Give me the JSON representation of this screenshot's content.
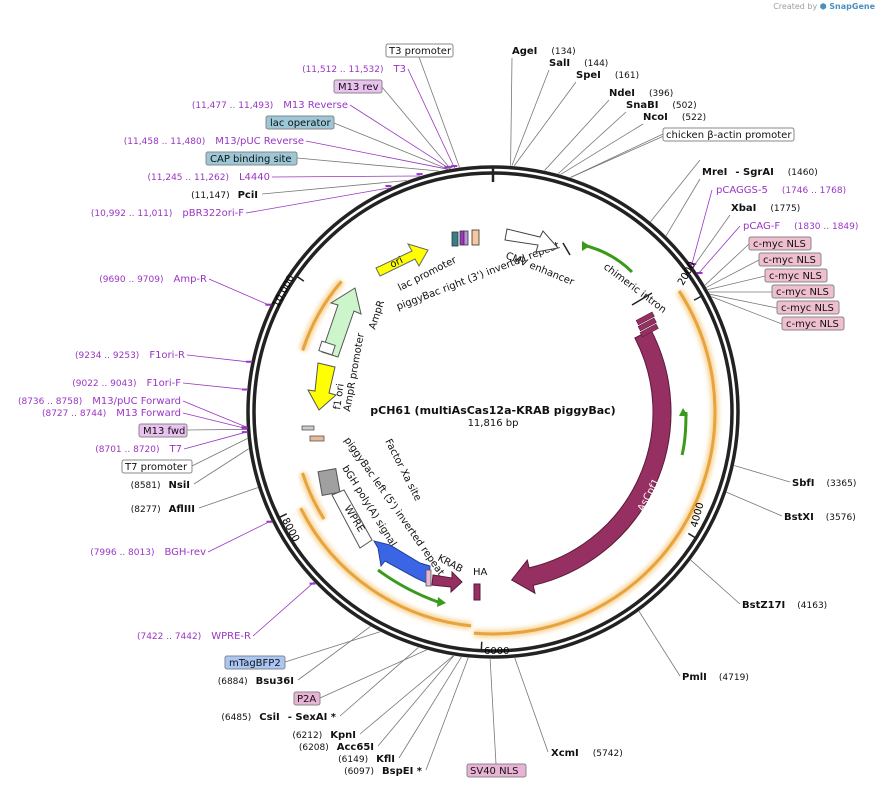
{
  "credit": {
    "created_by": "Created by",
    "brand": "SnapGene"
  },
  "plasmid": {
    "name": "pCH61 (multiAsCas12a-KRAB piggyBac)",
    "size_label": "11,816 bp",
    "length": 11816
  },
  "ticks": [
    {
      "bp": 2000,
      "label": "2000"
    },
    {
      "bp": 4000,
      "label": "4000"
    },
    {
      "bp": 6000,
      "label": "6000"
    },
    {
      "bp": 8000,
      "label": "8000"
    },
    {
      "bp": 10000,
      "label": "10,000"
    }
  ],
  "colors": {
    "asCpf1": "#963062",
    "ampR": "#ccf5cc",
    "ori": "#ffff00",
    "f1ori": "#ffff00",
    "krab": "#963062",
    "mtagbfp2": "#3a66e6",
    "wpre": "#ffffff",
    "bghpa": "#a0a0a0",
    "orange_arc": "#e8a33d",
    "green_arc": "#6cbf3a",
    "primer": "#9a35c4",
    "box_orf": "#f0bfcf",
    "box_protein_bind": "#9cc7d6",
    "box_primer": "#e9c2f0",
    "box_blue": "#a9c6f5"
  },
  "enzymes_right": [
    {
      "name": "AgeI",
      "pos": "(134)",
      "bp": 134
    },
    {
      "name": "SalI",
      "pos": "(144)",
      "bp": 144
    },
    {
      "name": "SpeI",
      "pos": "(161)",
      "bp": 161
    },
    {
      "name": "NdeI",
      "pos": "(396)",
      "bp": 396
    },
    {
      "name": "SnaBI",
      "pos": "(502)",
      "bp": 502
    },
    {
      "name": "NcoI",
      "pos": "(522)",
      "bp": 522
    },
    {
      "name": "MreI",
      "name2": "SgrAI",
      "pos": "(1460)",
      "bp": 1460
    },
    {
      "name": "XbaI",
      "pos": "(1775)",
      "bp": 1775
    },
    {
      "name": "SbfI",
      "pos": "(3365)",
      "bp": 3365
    },
    {
      "name": "BstXI",
      "pos": "(3576)",
      "bp": 3576
    },
    {
      "name": "BstZ17I",
      "pos": "(4163)",
      "bp": 4163
    },
    {
      "name": "PmlI",
      "pos": "(4719)",
      "bp": 4719
    },
    {
      "name": "XcmI",
      "pos": "(5742)",
      "bp": 5742
    }
  ],
  "enzymes_left": [
    {
      "name": "PciI",
      "pos": "(11,147)",
      "bp": 11147
    },
    {
      "name": "NsiI",
      "pos": "(8581)",
      "bp": 8581
    },
    {
      "name": "AflIII",
      "pos": "(8277)",
      "bp": 8277
    },
    {
      "name": "Bsu36I",
      "pos": "(6884)",
      "bp": 6884
    },
    {
      "name": "CsiI",
      "name2": "SexAI *",
      "pos": "(6485)",
      "bp": 6485
    },
    {
      "name": "KpnI",
      "pos": "(6212)",
      "bp": 6212
    },
    {
      "name": "Acc65I",
      "pos": "(6208)",
      "bp": 6208
    },
    {
      "name": "KflI",
      "pos": "(6149)",
      "bp": 6149
    },
    {
      "name": "BspEI *",
      "pos": "(6097)",
      "bp": 6097
    }
  ],
  "primers_left": [
    {
      "range": "(11,512 .. 11,532)",
      "name": "T3",
      "bp": 11522
    },
    {
      "range": "(11,477 .. 11,493)",
      "name": "M13 Reverse",
      "bp": 11485
    },
    {
      "range": "(11,458 .. 11,480)",
      "name": "M13/pUC Reverse",
      "bp": 11469
    },
    {
      "range": "(11,245 .. 11,262)",
      "name": "L4440",
      "bp": 11253
    },
    {
      "range": "(10,992 .. 11,011)",
      "name": "pBR322ori-F",
      "bp": 11001
    },
    {
      "range": "(9690 .. 9709)",
      "name": "Amp-R",
      "bp": 9700
    },
    {
      "range": "(9234 .. 9253)",
      "name": "F1ori-R",
      "bp": 9244
    },
    {
      "range": "(9022 .. 9043)",
      "name": "F1ori-F",
      "bp": 9032
    },
    {
      "range": "(8736 .. 8758)",
      "name": "M13/pUC Forward",
      "bp": 8747
    },
    {
      "range": "(8727 .. 8744)",
      "name": "M13 Forward",
      "bp": 8735
    },
    {
      "range": "(8701 .. 8720)",
      "name": "T7",
      "bp": 8710
    },
    {
      "range": "(7996 .. 8013)",
      "name": "BGH-rev",
      "bp": 8004
    },
    {
      "range": "(7422 .. 7442)",
      "name": "WPRE-R",
      "bp": 7432
    }
  ],
  "primers_right": [
    {
      "name": "pCAGGS-5",
      "range": "(1746 .. 1768)",
      "bp": 1757
    },
    {
      "name": "pCAG-F",
      "range": "(1830 .. 1849)",
      "bp": 1840
    }
  ],
  "boxes": {
    "t3_promoter": "T3 promoter",
    "m13_rev": "M13 rev",
    "lac_operator": "lac operator",
    "cap_site": "CAP binding site",
    "chicken_actin": "chicken β-actin promoter",
    "cmyc": [
      "c-myc NLS",
      "c-myc NLS",
      "c-myc NLS",
      "c-myc NLS",
      "c-myc NLS",
      "c-myc NLS"
    ],
    "m13_fwd": "M13 fwd",
    "t7_promoter": "T7 promoter",
    "mtagbfp2": "mTagBFP2",
    "p2a": "P2A",
    "sv40": "SV40 NLS"
  },
  "features": {
    "ori": "ori",
    "lac_promoter": "lac promoter",
    "piggybac_right": "piggyBac right (3') inverted repeat",
    "cmv_enhancer": "CMV enhancer",
    "chimeric_intron": "chimeric intron",
    "ampr": "AmpR",
    "ampr_promoter": "AmpR promoter",
    "f1ori": "f1 ori",
    "factor_xa": "Factor Xa site",
    "piggybac_left": "piggyBac left (5') inverted repeat",
    "bgh": "bGH poly(A) signal",
    "wpre": "WPRE",
    "krab": "KRAB",
    "ha": "HA",
    "ascpf1": "AsCpf1"
  }
}
